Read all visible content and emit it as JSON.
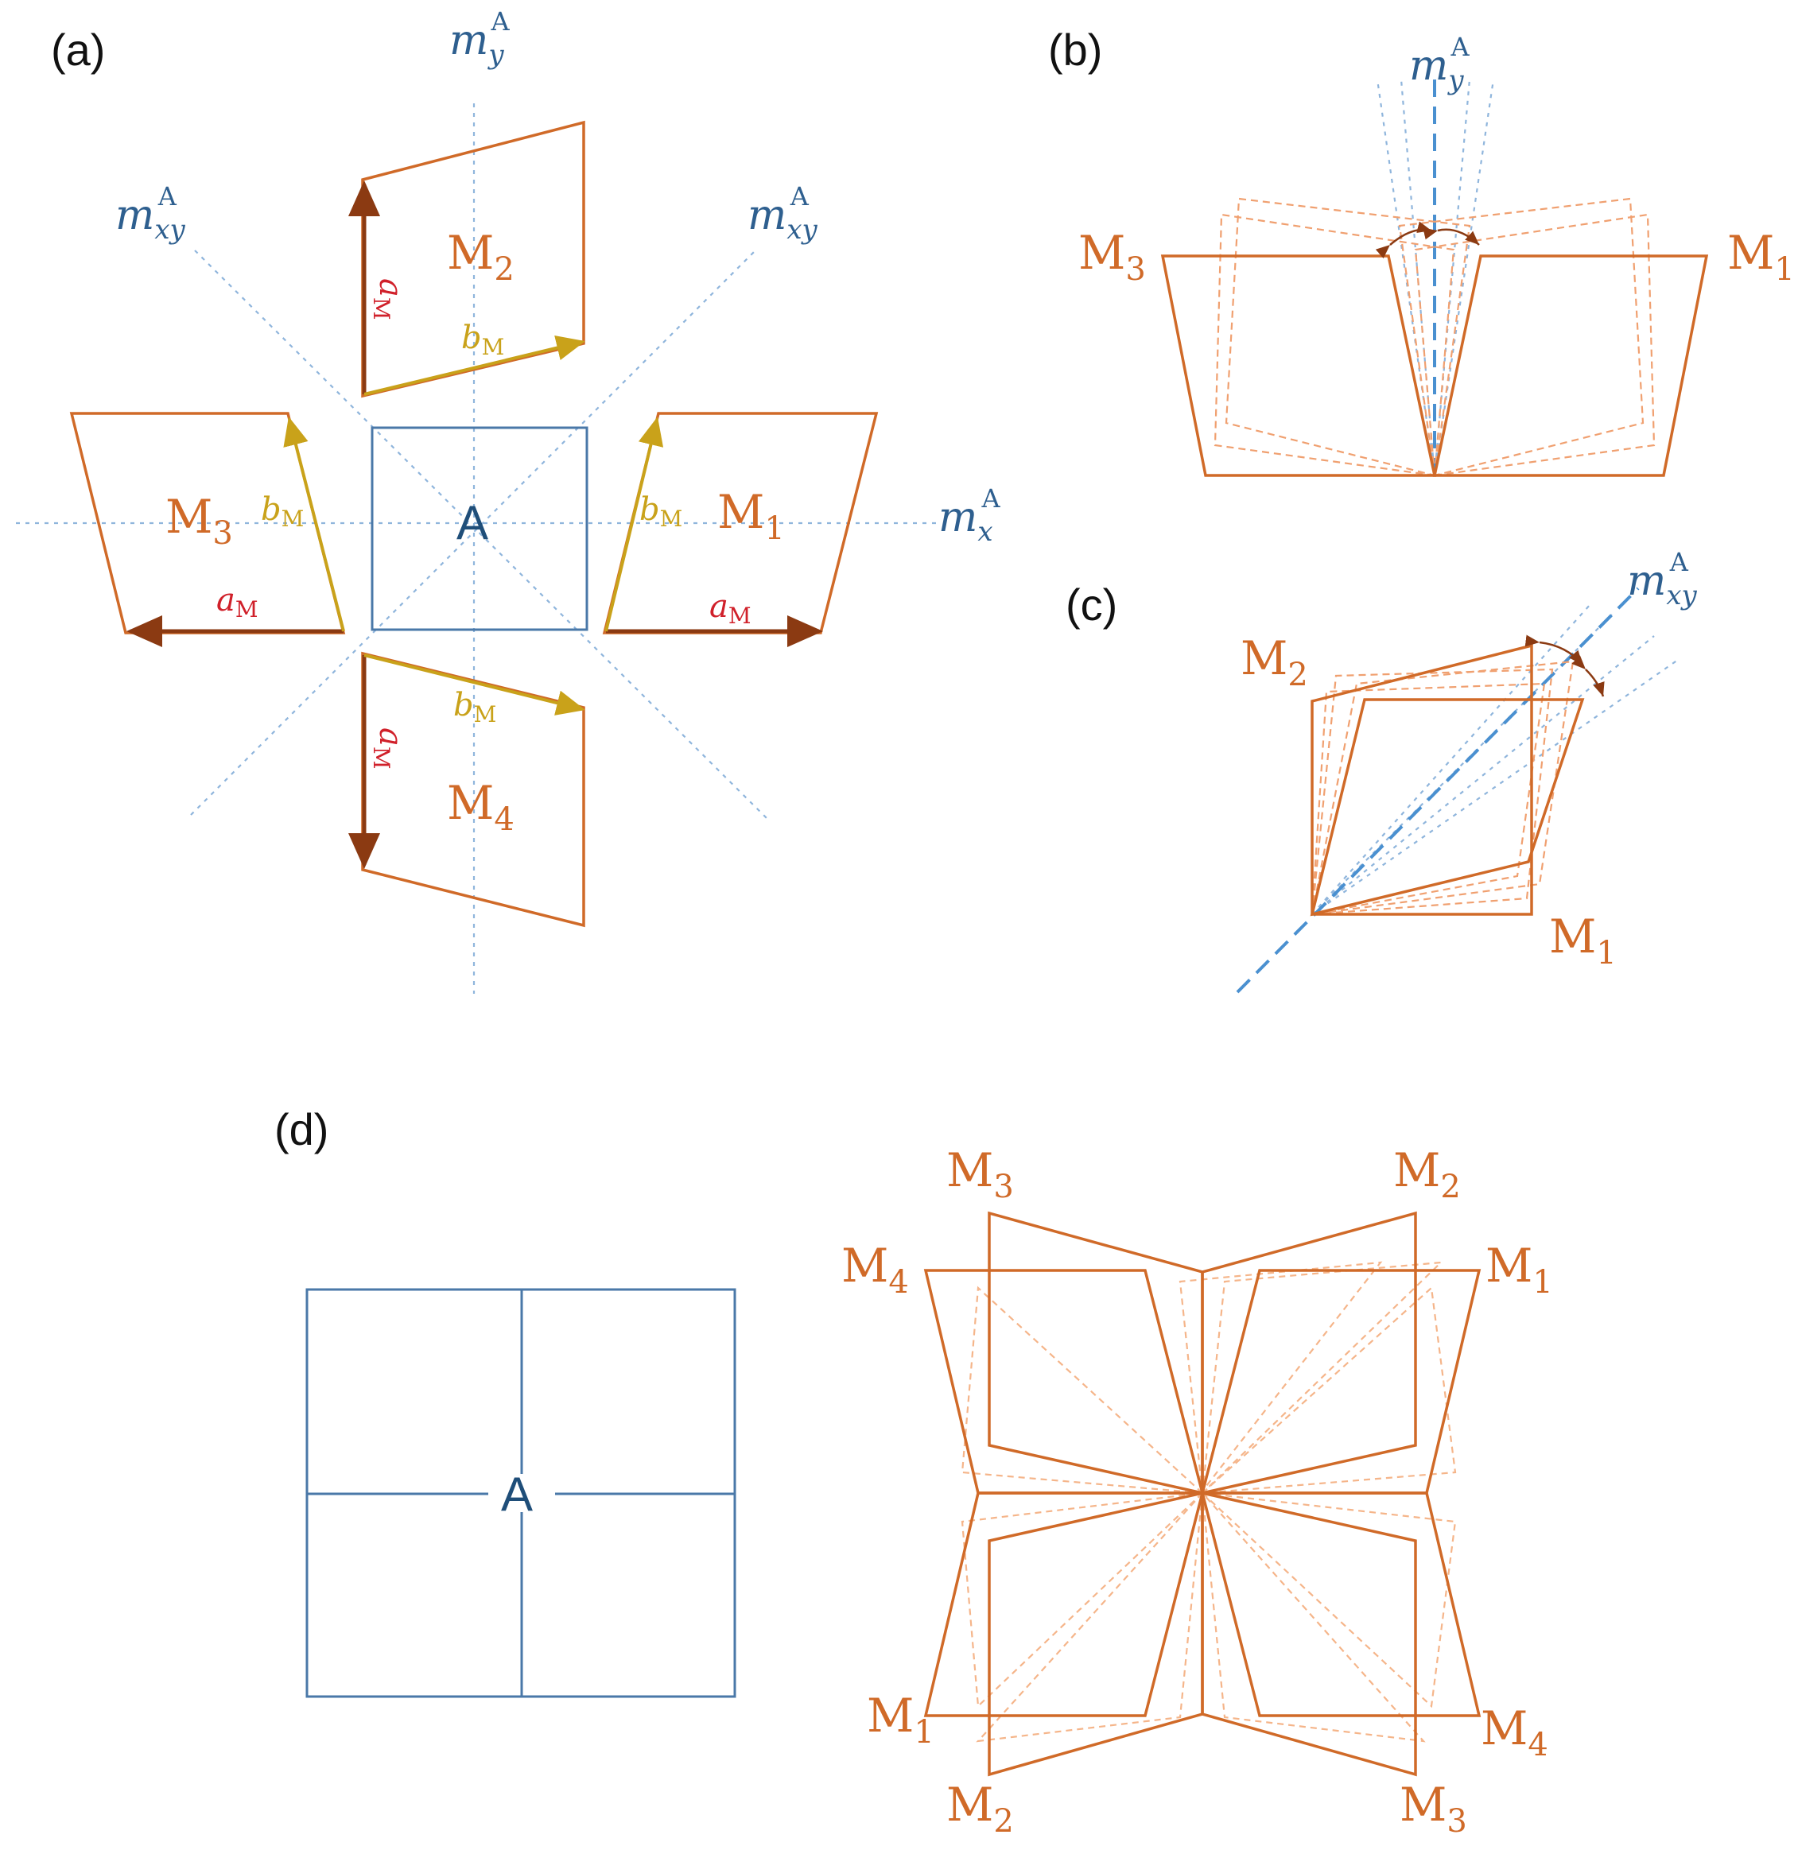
{
  "panels": {
    "a": "(a)",
    "b": "(b)",
    "c": "(c)",
    "d": "(d)"
  },
  "austenite": "A",
  "variants": {
    "m1": {
      "base": "M",
      "sub": "1"
    },
    "m2": {
      "base": "M",
      "sub": "2"
    },
    "m3": {
      "base": "M",
      "sub": "3"
    },
    "m4": {
      "base": "M",
      "sub": "4"
    }
  },
  "mirrors": {
    "mx": {
      "base": "m",
      "sub": "x",
      "sup": "A"
    },
    "my": {
      "base": "m",
      "sub": "y",
      "sup": "A"
    },
    "mxy": {
      "base": "m",
      "sub": "xy",
      "sup": "A"
    }
  },
  "vectors": {
    "a": {
      "base": "a",
      "sub": "M"
    },
    "b": {
      "base": "b",
      "sub": "M"
    }
  },
  "colors": {
    "martensite": "#d06a28",
    "austenite": "#4a78a8",
    "a_vector": "#8b3a12",
    "b_vector": "#c9a21a",
    "a_label": "#d0202a",
    "mirror": "#8fb5dc"
  }
}
